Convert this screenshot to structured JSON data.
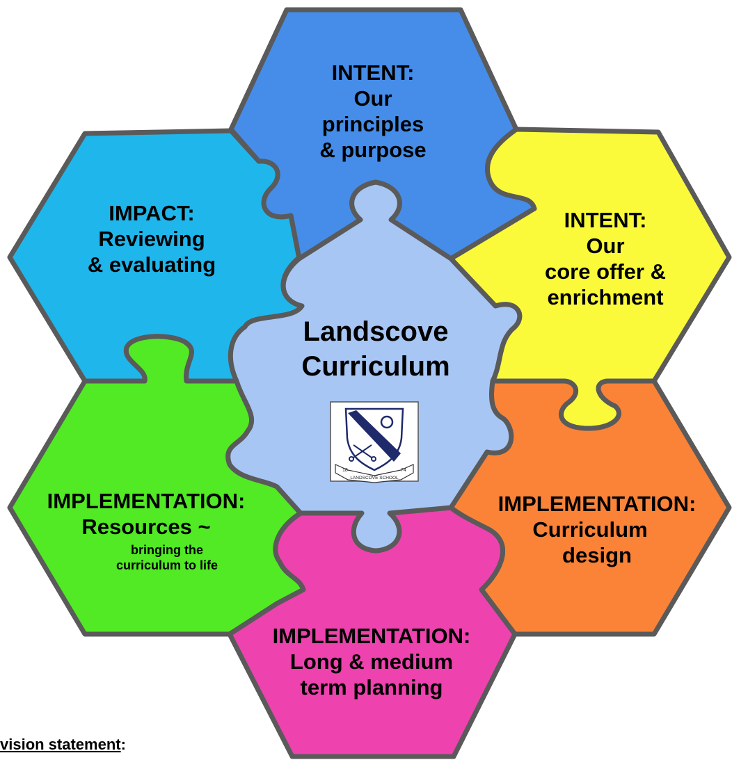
{
  "colors": {
    "outline": "#5a5a5a",
    "center": "#a7c6f4",
    "intent_principles": "#458de9",
    "impact": "#1fb6ec",
    "intent_core": "#fafa3a",
    "impl_resources": "#51ea24",
    "impl_design": "#fb8338",
    "impl_planning": "#ee42ae"
  },
  "pieces": {
    "intent_principles": {
      "lines": [
        "INTENT:",
        "Our",
        "principles",
        "& purpose"
      ]
    },
    "impact": {
      "lines": [
        "IMPACT:",
        "Reviewing",
        "& evaluating"
      ]
    },
    "intent_core": {
      "lines": [
        "INTENT:",
        "Our",
        "core offer &",
        "enrichment"
      ]
    },
    "impl_resources": {
      "lines": [
        "IMPLEMENTATION:",
        "Resources ~"
      ],
      "small_lines": [
        "bringing the",
        "curriculum to life"
      ]
    },
    "impl_design": {
      "lines": [
        "IMPLEMENTATION:",
        "Curriculum",
        "design"
      ]
    },
    "impl_planning": {
      "lines": [
        "IMPLEMENTATION:",
        "Long & medium",
        "term planning"
      ]
    }
  },
  "center": {
    "lines": [
      "Landscove",
      "Curriculum"
    ]
  },
  "crest": {
    "text": "LANDSCOVE SCHOOL",
    "year_left": "18",
    "year_right": "74"
  },
  "footer": {
    "label": "vision statement",
    "colon": ":"
  }
}
